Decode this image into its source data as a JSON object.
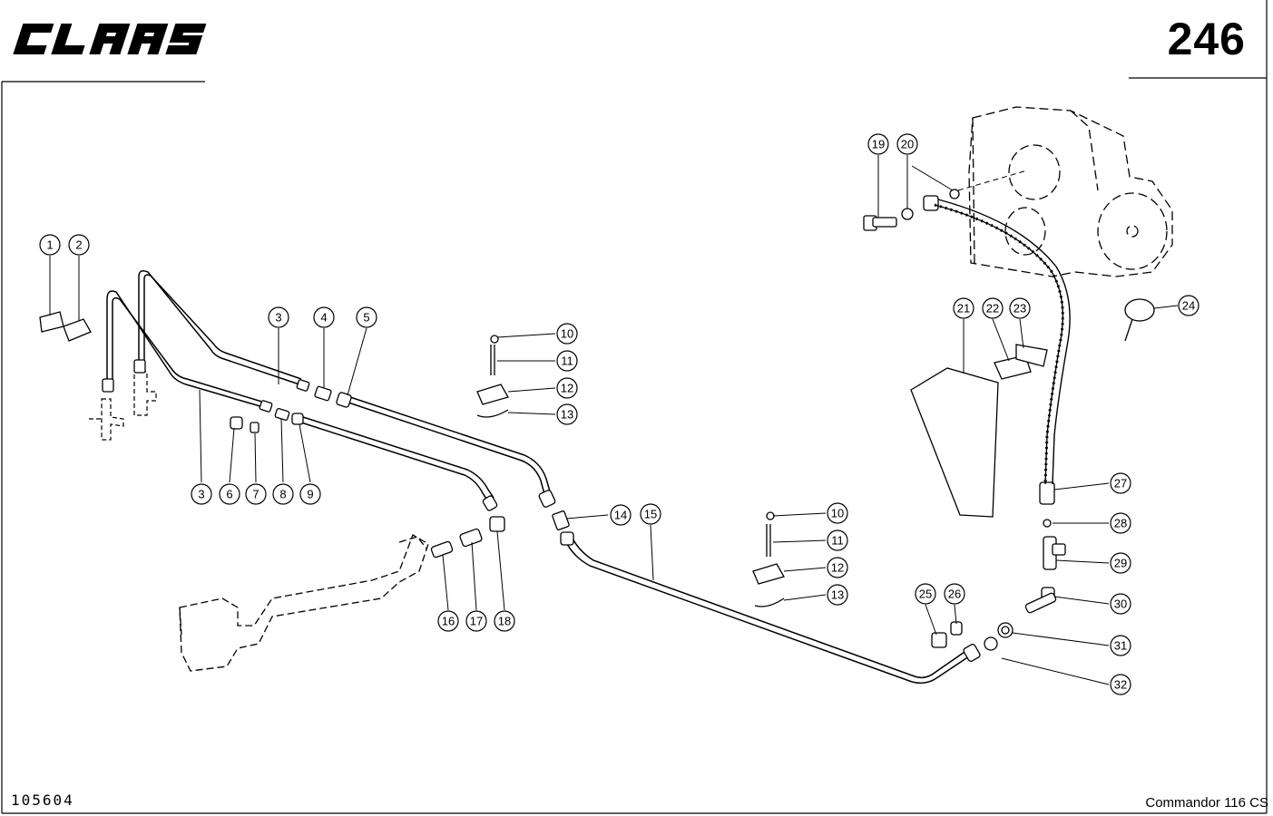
{
  "header": {
    "brand": "CLAAS",
    "page_number": "246"
  },
  "footer": {
    "document_code": "105604",
    "model": "Commandor 116 CS"
  },
  "callouts": [
    {
      "n": "1"
    },
    {
      "n": "2"
    },
    {
      "n": "3"
    },
    {
      "n": "4"
    },
    {
      "n": "5"
    },
    {
      "n": "3"
    },
    {
      "n": "6"
    },
    {
      "n": "7"
    },
    {
      "n": "8"
    },
    {
      "n": "9"
    },
    {
      "n": "10"
    },
    {
      "n": "11"
    },
    {
      "n": "12"
    },
    {
      "n": "13"
    },
    {
      "n": "14"
    },
    {
      "n": "15"
    },
    {
      "n": "16"
    },
    {
      "n": "17"
    },
    {
      "n": "18"
    },
    {
      "n": "10"
    },
    {
      "n": "11"
    },
    {
      "n": "12"
    },
    {
      "n": "13"
    },
    {
      "n": "19"
    },
    {
      "n": "20"
    },
    {
      "n": "21"
    },
    {
      "n": "22"
    },
    {
      "n": "23"
    },
    {
      "n": "24"
    },
    {
      "n": "25"
    },
    {
      "n": "26"
    },
    {
      "n": "27"
    },
    {
      "n": "28"
    },
    {
      "n": "29"
    },
    {
      "n": "30"
    },
    {
      "n": "31"
    },
    {
      "n": "32"
    }
  ]
}
